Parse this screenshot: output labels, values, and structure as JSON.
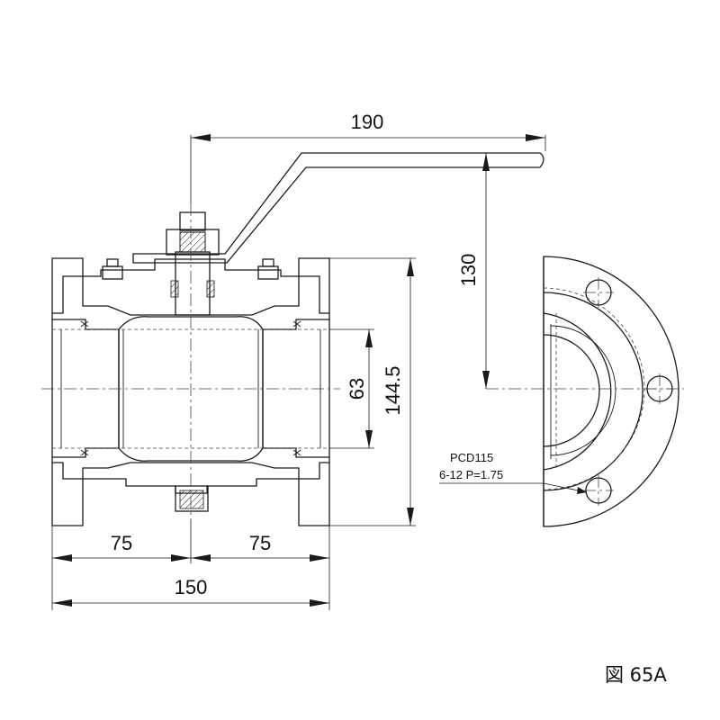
{
  "dimensions": {
    "handle_length": "190",
    "handle_height": "130",
    "bore": "63",
    "flange_height": "144.5",
    "half_length_left": "75",
    "half_length_right": "75",
    "face_to_face": "150"
  },
  "flange_note": {
    "pcd": "PCD115",
    "bolts": "6-12 P=1.75"
  },
  "figure_label": "図 65A"
}
